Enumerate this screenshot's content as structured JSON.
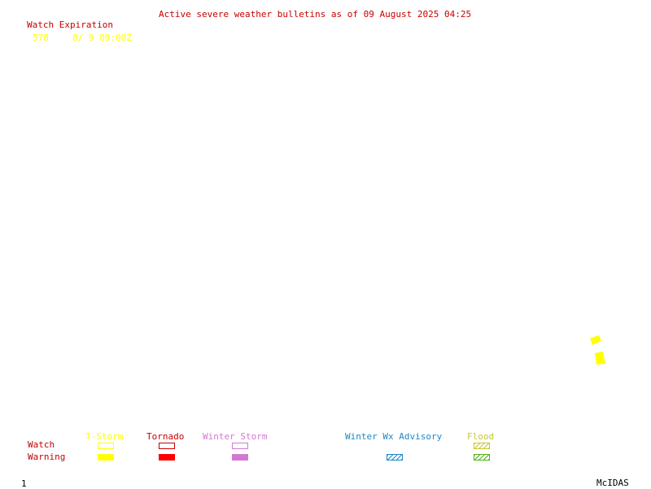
{
  "title": "Active severe weather bulletins as of 09 August 2025 04:25",
  "watch_list": {
    "header": "Watch Expiration",
    "rows": [
      {
        "number": "578",
        "expiration": "8/ 9 09:00Z"
      }
    ]
  },
  "legend": {
    "row_labels": {
      "watch": "Watch",
      "warning": "Warning"
    },
    "categories": {
      "tstorm": "T-Storm",
      "tornado": "Tornado",
      "winter_storm": "Winter Storm",
      "winter_wx_advisory": "Winter Wx Advisory",
      "flood": "Flood"
    }
  },
  "footer": {
    "frame_number": "1",
    "software": "McIDAS"
  },
  "colors": {
    "background": "#ffffff",
    "title": "#c80000",
    "watch_text": "#ffff00",
    "tstorm": "#ffff00",
    "tornado": "#ff0000",
    "winter_storm": "#d27ad2",
    "winter_wx_advisory": "#1e88c8",
    "flood": "#c8c832",
    "flood_warning": "#50b414"
  }
}
